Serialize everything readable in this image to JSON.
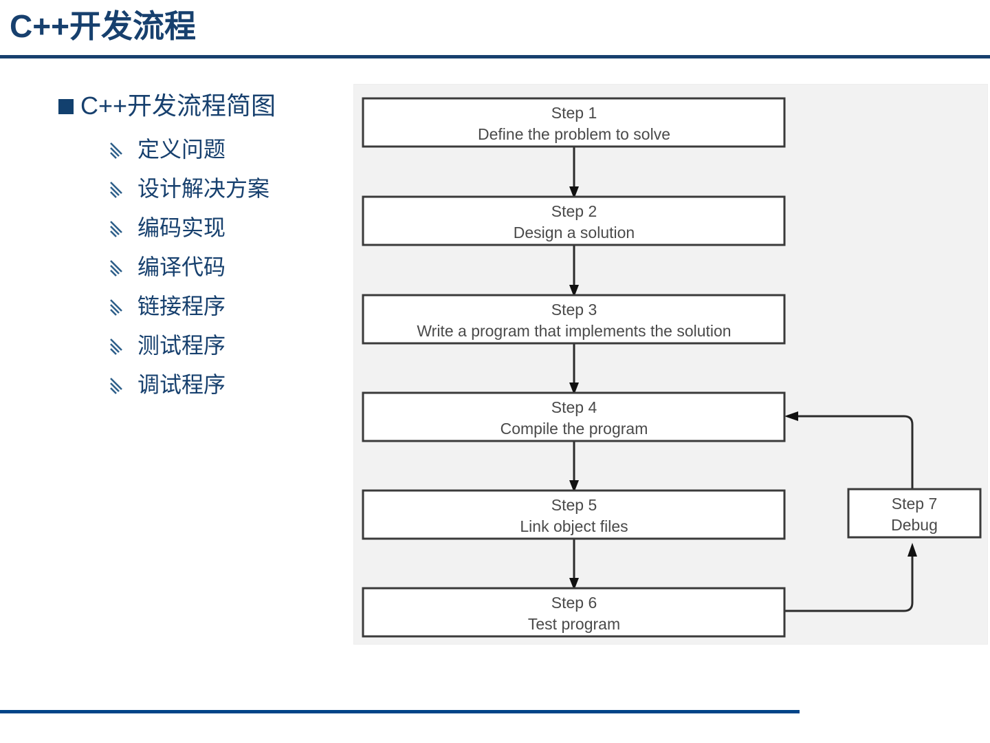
{
  "header": {
    "title": "C++开发流程",
    "rule_color": "#17406E"
  },
  "footer": {
    "rule_color": "#004488"
  },
  "outline": {
    "level1": {
      "bullet_icon": "square-bullet-icon",
      "label": "C++开发流程简图"
    },
    "level2_bullet_icon": "diagonal-slash-bullet-icon",
    "items": [
      {
        "label": "定义问题"
      },
      {
        "label": "设计解决方案"
      },
      {
        "label": "编码实现"
      },
      {
        "label": "编译代码"
      },
      {
        "label": "链接程序"
      },
      {
        "label": "测试程序"
      },
      {
        "label": "调试程序"
      }
    ]
  },
  "diagram": {
    "type": "flowchart",
    "panel_background": "#f2f2f2",
    "box_border_color": "#3a3a3a",
    "text_color": "#4a4a4a",
    "nodes": [
      {
        "id": "step1",
        "title": "Step 1",
        "desc": "Define the problem to solve"
      },
      {
        "id": "step2",
        "title": "Step 2",
        "desc": "Design a solution"
      },
      {
        "id": "step3",
        "title": "Step 3",
        "desc": "Write a program that implements the solution"
      },
      {
        "id": "step4",
        "title": "Step 4",
        "desc": "Compile the program"
      },
      {
        "id": "step5",
        "title": "Step 5",
        "desc": "Link object files"
      },
      {
        "id": "step6",
        "title": "Step 6",
        "desc": "Test program"
      },
      {
        "id": "step7",
        "title": "Step 7",
        "desc": "Debug"
      }
    ],
    "edges": [
      {
        "from": "step1",
        "to": "step2"
      },
      {
        "from": "step2",
        "to": "step3"
      },
      {
        "from": "step3",
        "to": "step4"
      },
      {
        "from": "step4",
        "to": "step5"
      },
      {
        "from": "step5",
        "to": "step6"
      },
      {
        "from": "step6",
        "to": "step7"
      },
      {
        "from": "step7",
        "to": "step4"
      }
    ]
  }
}
